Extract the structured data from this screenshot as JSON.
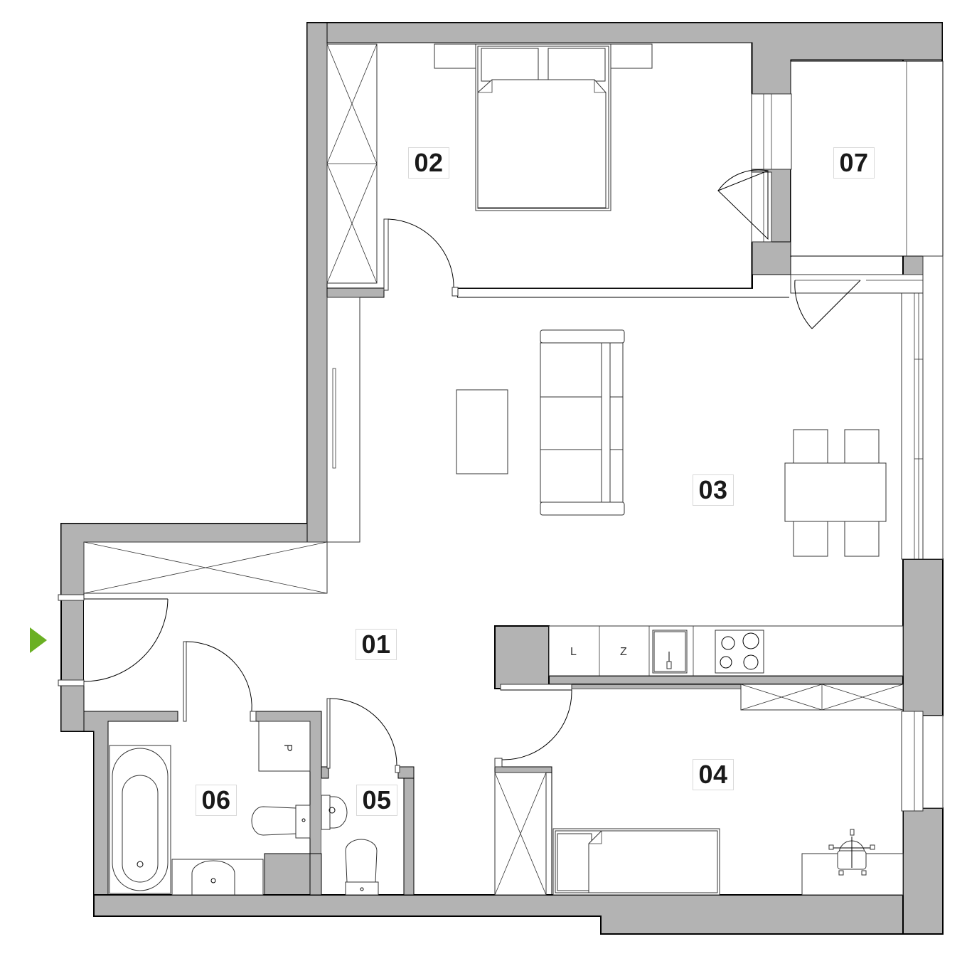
{
  "rooms": [
    {
      "id": "01"
    },
    {
      "id": "02"
    },
    {
      "id": "03"
    },
    {
      "id": "04"
    },
    {
      "id": "05"
    },
    {
      "id": "06"
    },
    {
      "id": "07"
    }
  ],
  "fixtures": {
    "sink_letter": "L",
    "fridge_letter": "Z",
    "washer_letter": "P"
  },
  "colors": {
    "wall": "#b3b3b3",
    "entrance_arrow": "#6ab023"
  }
}
